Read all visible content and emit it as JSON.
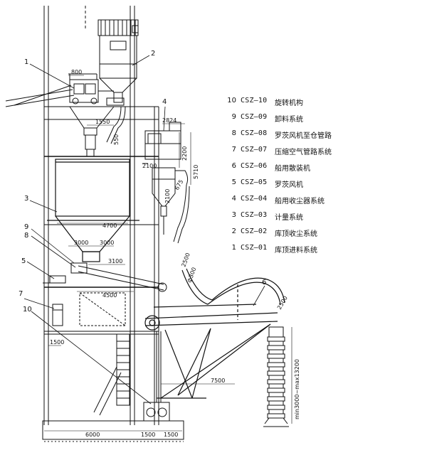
{
  "legend": [
    {
      "number": "10",
      "code": "CSZ—10",
      "description": "旋转机构"
    },
    {
      "number": "9",
      "code": "CSZ—09",
      "description": "卸料系统"
    },
    {
      "number": "8",
      "code": "CSZ—08",
      "description": "罗茨风机至仓管路"
    },
    {
      "number": "7",
      "code": "CSZ—07",
      "description": "压缩空气管路系统"
    },
    {
      "number": "6",
      "code": "CSZ—06",
      "description": "船用散装机"
    },
    {
      "number": "5",
      "code": "CSZ—05",
      "description": "罗茨风机"
    },
    {
      "number": "4",
      "code": "CSZ—04",
      "description": "船用收尘器系统"
    },
    {
      "number": "3",
      "code": "CSZ—03",
      "description": "计量系统"
    },
    {
      "number": "2",
      "code": "CSZ—02",
      "description": "库顶收尘系统"
    },
    {
      "number": "1",
      "code": "CSZ—01",
      "description": "库顶进料系统"
    }
  ],
  "callouts": {
    "c1": "1",
    "c2": "2",
    "c3": "3",
    "c4": "4",
    "c5": "5",
    "c6": "6",
    "c7": "7",
    "c8": "8",
    "c9": "9",
    "c10": "10"
  },
  "dimensions": {
    "d800": "800",
    "d1550": "1550",
    "d550": "550",
    "d2824": "2824",
    "d2200": "2200",
    "d5710": "5710",
    "d2100": "2100",
    "d4700": "4700",
    "d3000a": "3000",
    "d3000b": "3000",
    "d3100": "3100",
    "d4500": "4500",
    "d2100b": "2100",
    "dphi300": "ф300",
    "d2500": "2500",
    "d1500left": "1500",
    "d7500": "7500",
    "dmin": "min3000~max13200",
    "d6000": "6000",
    "d1500a": "1500",
    "d1500b": "1500",
    "d675": "675",
    "d2500b": "2500"
  }
}
